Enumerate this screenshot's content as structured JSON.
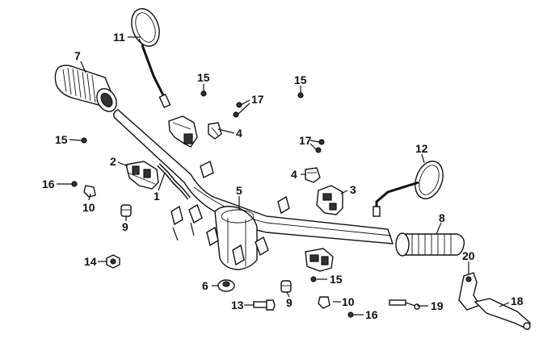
{
  "diagram": {
    "callouts": [
      {
        "id": "label-7",
        "text": "7"
      },
      {
        "id": "label-11",
        "text": "11"
      },
      {
        "id": "label-15a",
        "text": "15"
      },
      {
        "id": "label-15b",
        "text": "15"
      },
      {
        "id": "label-17a",
        "text": "17"
      },
      {
        "id": "label-4a",
        "text": "4"
      },
      {
        "id": "label-15c",
        "text": "15"
      },
      {
        "id": "label-2",
        "text": "2"
      },
      {
        "id": "label-1",
        "text": "1"
      },
      {
        "id": "label-16a",
        "text": "16"
      },
      {
        "id": "label-10a",
        "text": "10"
      },
      {
        "id": "label-9a",
        "text": "9"
      },
      {
        "id": "label-14",
        "text": "14"
      },
      {
        "id": "label-5",
        "text": "5"
      },
      {
        "id": "label-17b",
        "text": "17"
      },
      {
        "id": "label-4b",
        "text": "4"
      },
      {
        "id": "label-3",
        "text": "3"
      },
      {
        "id": "label-12",
        "text": "12"
      },
      {
        "id": "label-8",
        "text": "8"
      },
      {
        "id": "label-6",
        "text": "6"
      },
      {
        "id": "label-9b",
        "text": "9"
      },
      {
        "id": "label-13",
        "text": "13"
      },
      {
        "id": "label-15d",
        "text": "15"
      },
      {
        "id": "label-10b",
        "text": "10"
      },
      {
        "id": "label-16b",
        "text": "16"
      },
      {
        "id": "label-19",
        "text": "19"
      },
      {
        "id": "label-20",
        "text": "20"
      },
      {
        "id": "label-18",
        "text": "18"
      }
    ]
  }
}
